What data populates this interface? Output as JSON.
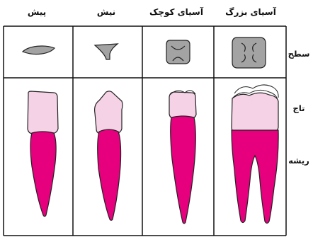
{
  "columns": [
    {
      "id": "incisor",
      "label": "پیش"
    },
    {
      "id": "canine",
      "label": "نیش"
    },
    {
      "id": "premolar",
      "label": "آسیای کوچک"
    },
    {
      "id": "molar",
      "label": "آسیای بزرگ"
    }
  ],
  "rows": [
    {
      "id": "surface",
      "label": "سطح"
    },
    {
      "id": "crown",
      "label": "تاج"
    },
    {
      "id": "root",
      "label": "ریشه"
    }
  ],
  "colors": {
    "crown": "#f6d2e6",
    "root": "#e6007e",
    "surface": "#a3a3a3",
    "line": "#222222"
  }
}
